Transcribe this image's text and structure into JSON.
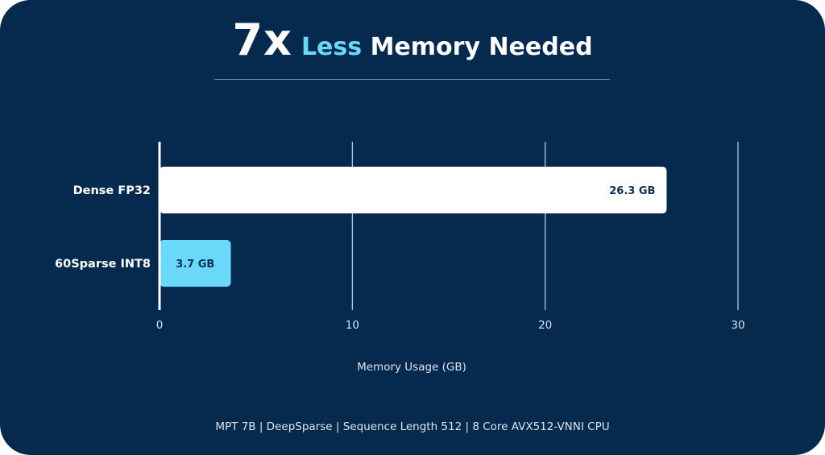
{
  "header": {
    "title_big": "7x",
    "title_accent": "Less",
    "title_rest": "Memory Needed"
  },
  "colors": {
    "background": "#052a4e",
    "accent": "#6ad8f8",
    "bar_dense": "#ffffff",
    "bar_sparse": "#6ad8f8",
    "grid": "#c9d3de"
  },
  "chart_data": {
    "type": "bar",
    "orientation": "horizontal",
    "categories": [
      "Dense FP32",
      "60Sparse INT8"
    ],
    "values": [
      26.3,
      3.7
    ],
    "value_labels": [
      "26.3 GB",
      "3.7 GB"
    ],
    "xlabel": "Memory Usage (GB)",
    "ylabel": "",
    "xlim": [
      0,
      30
    ],
    "xticks": [
      0,
      10,
      20,
      30
    ],
    "grid": true
  },
  "footer": {
    "text": "MPT 7B | DeepSparse | Sequence Length 512 | 8 Core AVX512-VNNI CPU"
  }
}
